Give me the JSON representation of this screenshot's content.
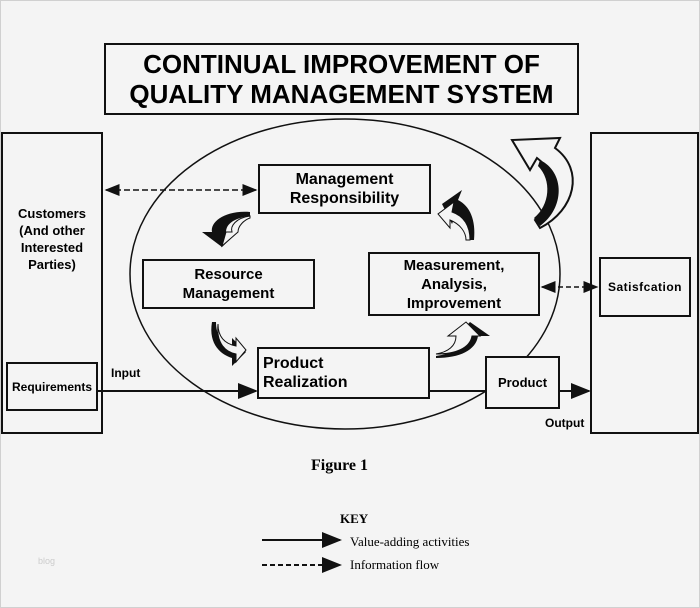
{
  "title": {
    "line1": "CONTINUAL IMPROVEMENT OF",
    "line2": "QUALITY MANAGEMENT SYSTEM"
  },
  "left_panel": {
    "label": "Customers (And other Interested Parties)",
    "lines": [
      "Customers",
      "(And other",
      "Interested",
      "Parties)"
    ],
    "requirements": "Requirements"
  },
  "right_panel": {
    "satisfaction": "Satisfcation"
  },
  "processes": {
    "management_responsibility": [
      "Management",
      "Responsibility"
    ],
    "resource_management": [
      "Resource",
      "Management"
    ],
    "measurement": [
      "Measurement,",
      "Analysis,",
      "Improvement"
    ],
    "product_realization": [
      "Product",
      "Realization"
    ],
    "product": "Product"
  },
  "flow_labels": {
    "input": "Input",
    "output": "Output"
  },
  "caption": "Figure 1",
  "key": {
    "title": "KEY",
    "items": [
      {
        "line": "solid",
        "label": "Value-adding activities"
      },
      {
        "line": "dashed",
        "label": "Information flow"
      }
    ]
  },
  "watermark": "blog",
  "colors": {
    "background": "#f4f4f4",
    "stroke": "#111111"
  }
}
